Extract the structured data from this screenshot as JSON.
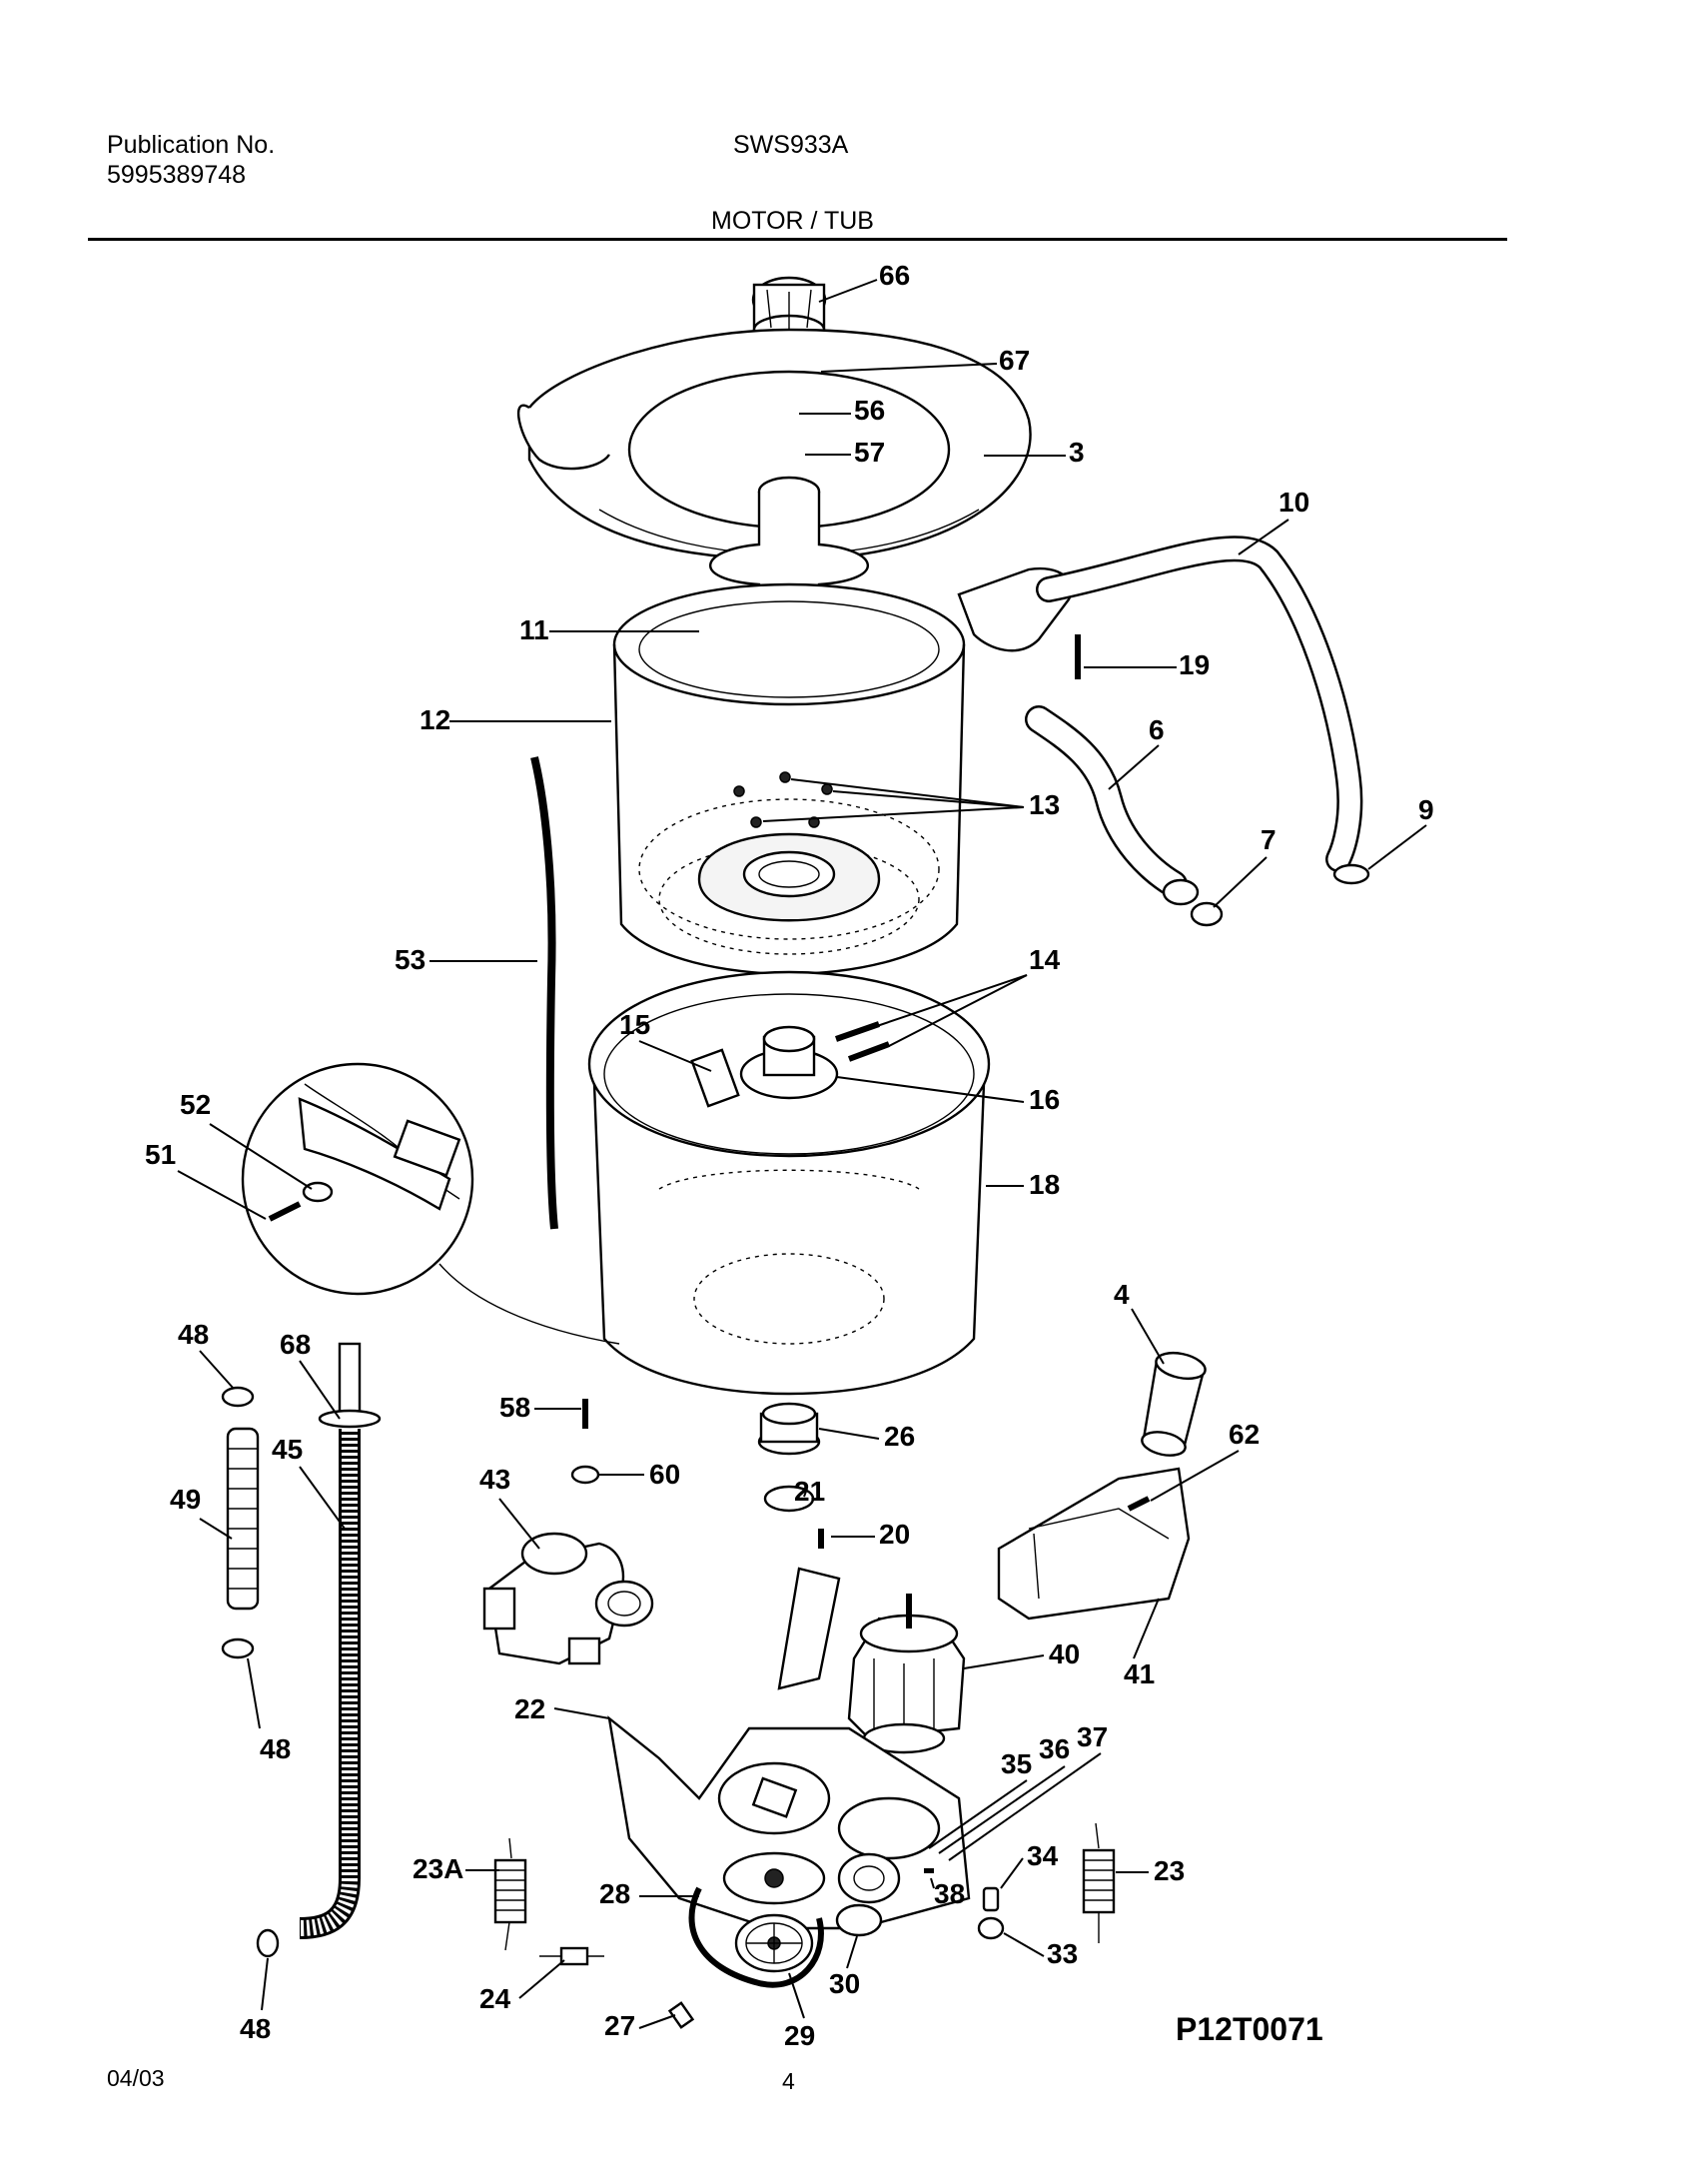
{
  "header": {
    "publication_label": "Publication No.",
    "publication_number": "5995389748",
    "model": "SWS933A",
    "section_title": "MOTOR / TUB"
  },
  "callouts": [
    "66",
    "67",
    "56",
    "57",
    "3",
    "10",
    "11",
    "19",
    "12",
    "6",
    "13",
    "9",
    "7",
    "53",
    "14",
    "15",
    "16",
    "52",
    "51",
    "18",
    "4",
    "48",
    "68",
    "58",
    "26",
    "62",
    "45",
    "60",
    "21",
    "49",
    "43",
    "20",
    "40",
    "41",
    "22",
    "35",
    "36",
    "37",
    "34",
    "23A",
    "38",
    "23",
    "28",
    "24",
    "33",
    "27",
    "30",
    "29",
    "48",
    "48"
  ],
  "footer": {
    "date": "04/03",
    "page_number": "4",
    "figure_code": "P12T0071"
  }
}
